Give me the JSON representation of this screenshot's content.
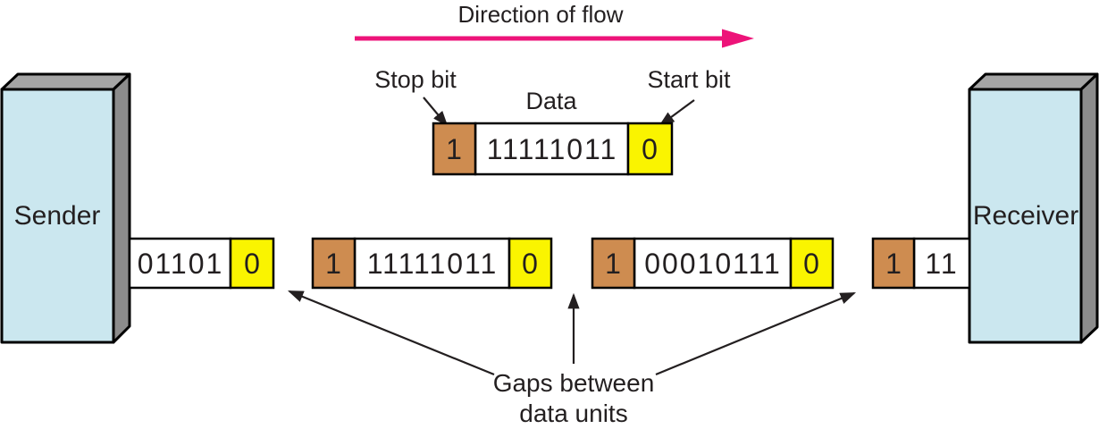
{
  "colors": {
    "background": "#ffffff",
    "outline": "#000000",
    "text": "#231f20",
    "flow_arrow": "#ed1379",
    "stop_bit_fill": "#ce8c50",
    "start_bit_fill": "#faf400",
    "data_fill": "#ffffff",
    "device_face": "#cbe7ef",
    "device_side": "#8c8c8c",
    "device_top": "#a5a5a5"
  },
  "flow": {
    "label": "Direction of flow"
  },
  "legend": {
    "stop_label": "Stop bit",
    "data_label": "Data",
    "start_label": "Start bit",
    "frame": {
      "stop_bit": "1",
      "data_bits": "11111011",
      "start_bit": "0"
    }
  },
  "devices": {
    "sender_label": "Sender",
    "receiver_label": "Receiver"
  },
  "stream": {
    "frames": [
      {
        "data_bits": "01101",
        "start_bit": "0"
      },
      {
        "stop_bit": "1",
        "data_bits": "11111011",
        "start_bit": "0"
      },
      {
        "stop_bit": "1",
        "data_bits": "00010111",
        "start_bit": "0"
      },
      {
        "stop_bit": "1",
        "data_bits": "11"
      }
    ]
  },
  "gaps": {
    "line1": "Gaps between",
    "line2": "data units"
  }
}
